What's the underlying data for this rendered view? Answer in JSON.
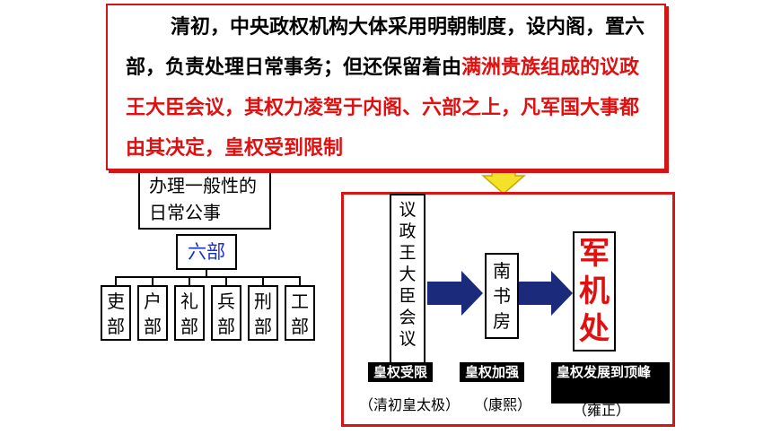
{
  "notice": {
    "segments": [
      {
        "text": "清初，中央政权机构大体采用明朝制度，设内阁，置六部，负责处理日常事务；但还保留着由",
        "color": "black"
      },
      {
        "text": "满洲贵族组成的议政王大臣会议，其权力凌驾于内阁、六部之上，凡军国大事都由其决定，皇权受到限制",
        "color": "red"
      }
    ]
  },
  "left": {
    "general_affairs": "办理一般性的日常公事",
    "six_ministries": "六部",
    "departments": [
      {
        "chars": "吏部"
      },
      {
        "chars": "户部"
      },
      {
        "chars": "礼部"
      },
      {
        "chars": "兵部"
      },
      {
        "chars": "刑部"
      },
      {
        "chars": "工部"
      }
    ]
  },
  "right": {
    "stages": [
      {
        "name": "议政王大臣会议",
        "status": "皇权受限",
        "period": "（清初皇太极）"
      },
      {
        "name": "南书房",
        "status": "皇权加强",
        "period": "（康熙）"
      },
      {
        "name": "军机处",
        "status": "皇权发展到顶峰",
        "period": "（雍正）"
      }
    ]
  },
  "colors": {
    "accent_red": "#e01010",
    "liubu_blue": "#1a2fd0",
    "arrow_navy": "#1b2a7a",
    "arrow_yellow": "#f4e22a"
  }
}
